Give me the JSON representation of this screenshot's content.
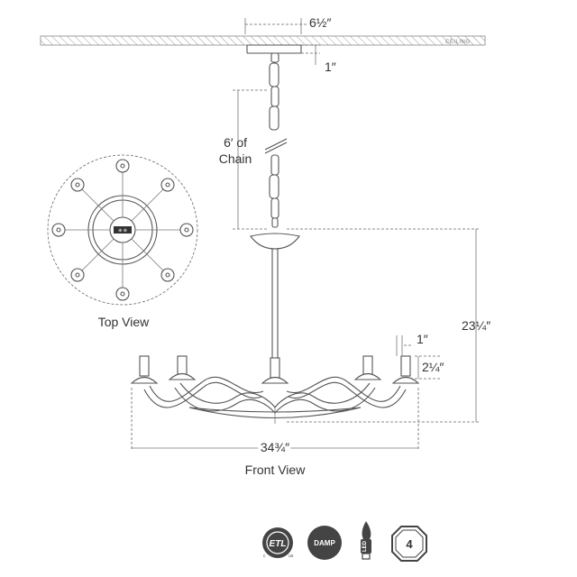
{
  "dimensions": {
    "canopy_width": "6½″",
    "canopy_height": "1″",
    "chain": "6′ of\nChain",
    "overall_height": "23¼″",
    "cup_height": "1″",
    "arm_height": "2¼″",
    "overall_width": "34¾″"
  },
  "labels": {
    "ceiling": "CEILING",
    "top_view": "Top View",
    "front_view": "Front View"
  },
  "certifications": {
    "etl": "ETL",
    "damp": "DAMP",
    "led": "LED",
    "lamp_count": "4"
  },
  "colors": {
    "line": "#666666",
    "badge": "#444444",
    "background": "#ffffff"
  }
}
